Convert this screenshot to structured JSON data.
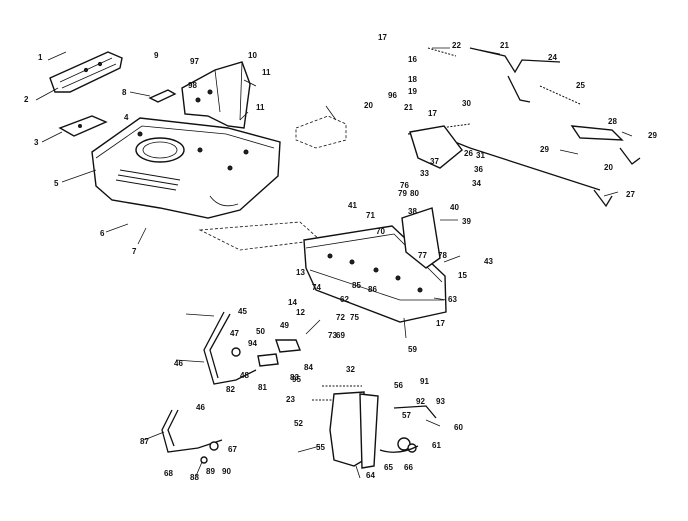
{
  "callouts": [
    {
      "id": "c1",
      "text": "1"
    },
    {
      "id": "c2",
      "text": "2"
    },
    {
      "id": "c3",
      "text": "3"
    },
    {
      "id": "c4",
      "text": "4"
    },
    {
      "id": "c5",
      "text": "5"
    },
    {
      "id": "c6",
      "text": "6"
    },
    {
      "id": "c7",
      "text": "7"
    },
    {
      "id": "c8",
      "text": "8"
    },
    {
      "id": "c9",
      "text": "9"
    },
    {
      "id": "c10",
      "text": "10"
    },
    {
      "id": "c11",
      "text": "11"
    },
    {
      "id": "c11b",
      "text": "11"
    },
    {
      "id": "c12",
      "text": "12"
    },
    {
      "id": "c13",
      "text": "13"
    },
    {
      "id": "c14",
      "text": "14"
    },
    {
      "id": "c15",
      "text": "15"
    },
    {
      "id": "c16",
      "text": "16"
    },
    {
      "id": "c17a",
      "text": "17"
    },
    {
      "id": "c17b",
      "text": "17"
    },
    {
      "id": "c17c",
      "text": "17"
    },
    {
      "id": "c18",
      "text": "18"
    },
    {
      "id": "c19",
      "text": "19"
    },
    {
      "id": "c20",
      "text": "20"
    },
    {
      "id": "c20b",
      "text": "20"
    },
    {
      "id": "c21",
      "text": "21"
    },
    {
      "id": "c21b",
      "text": "21"
    },
    {
      "id": "c22",
      "text": "22"
    },
    {
      "id": "c23",
      "text": "23"
    },
    {
      "id": "c24",
      "text": "24"
    },
    {
      "id": "c25",
      "text": "25"
    },
    {
      "id": "c26",
      "text": "26"
    },
    {
      "id": "c27",
      "text": "27"
    },
    {
      "id": "c28",
      "text": "28"
    },
    {
      "id": "c29",
      "text": "29"
    },
    {
      "id": "c29b",
      "text": "29"
    },
    {
      "id": "c30",
      "text": "30"
    },
    {
      "id": "c31",
      "text": "31"
    },
    {
      "id": "c32",
      "text": "32"
    },
    {
      "id": "c33",
      "text": "33"
    },
    {
      "id": "c34",
      "text": "34"
    },
    {
      "id": "c36",
      "text": "36"
    },
    {
      "id": "c37",
      "text": "37"
    },
    {
      "id": "c38",
      "text": "38"
    },
    {
      "id": "c39",
      "text": "39"
    },
    {
      "id": "c40",
      "text": "40"
    },
    {
      "id": "c41",
      "text": "41"
    },
    {
      "id": "c43",
      "text": "43"
    },
    {
      "id": "c45",
      "text": "45"
    },
    {
      "id": "c46",
      "text": "46"
    },
    {
      "id": "c46b",
      "text": "46"
    },
    {
      "id": "c47",
      "text": "47"
    },
    {
      "id": "c48",
      "text": "48"
    },
    {
      "id": "c49",
      "text": "49"
    },
    {
      "id": "c50",
      "text": "50"
    },
    {
      "id": "c52",
      "text": "52"
    },
    {
      "id": "c55",
      "text": "55"
    },
    {
      "id": "c56",
      "text": "56"
    },
    {
      "id": "c57",
      "text": "57"
    },
    {
      "id": "c59",
      "text": "59"
    },
    {
      "id": "c60",
      "text": "60"
    },
    {
      "id": "c61",
      "text": "61"
    },
    {
      "id": "c62",
      "text": "62"
    },
    {
      "id": "c63",
      "text": "63"
    },
    {
      "id": "c64",
      "text": "64"
    },
    {
      "id": "c65",
      "text": "65"
    },
    {
      "id": "c66",
      "text": "66"
    },
    {
      "id": "c67",
      "text": "67"
    },
    {
      "id": "c68",
      "text": "68"
    },
    {
      "id": "c69",
      "text": "69"
    },
    {
      "id": "c70",
      "text": "70"
    },
    {
      "id": "c71",
      "text": "71"
    },
    {
      "id": "c72",
      "text": "72"
    },
    {
      "id": "c73",
      "text": "73"
    },
    {
      "id": "c74",
      "text": "74"
    },
    {
      "id": "c75",
      "text": "75"
    },
    {
      "id": "c76",
      "text": "76"
    },
    {
      "id": "c77",
      "text": "77"
    },
    {
      "id": "c78",
      "text": "78"
    },
    {
      "id": "c79",
      "text": "79"
    },
    {
      "id": "c80",
      "text": "80"
    },
    {
      "id": "c81",
      "text": "81"
    },
    {
      "id": "c82",
      "text": "82"
    },
    {
      "id": "c83",
      "text": "83"
    },
    {
      "id": "c84",
      "text": "84"
    },
    {
      "id": "c85",
      "text": "85"
    },
    {
      "id": "c86",
      "text": "86"
    },
    {
      "id": "c87",
      "text": "87"
    },
    {
      "id": "c88",
      "text": "88"
    },
    {
      "id": "c89",
      "text": "89"
    },
    {
      "id": "c90",
      "text": "90"
    },
    {
      "id": "c91",
      "text": "91"
    },
    {
      "id": "c92",
      "text": "92"
    },
    {
      "id": "c93",
      "text": "93"
    },
    {
      "id": "c94",
      "text": "94"
    },
    {
      "id": "c95",
      "text": "95"
    },
    {
      "id": "c96",
      "text": "96"
    },
    {
      "id": "c97",
      "text": "97"
    },
    {
      "id": "c98",
      "text": "98"
    }
  ]
}
